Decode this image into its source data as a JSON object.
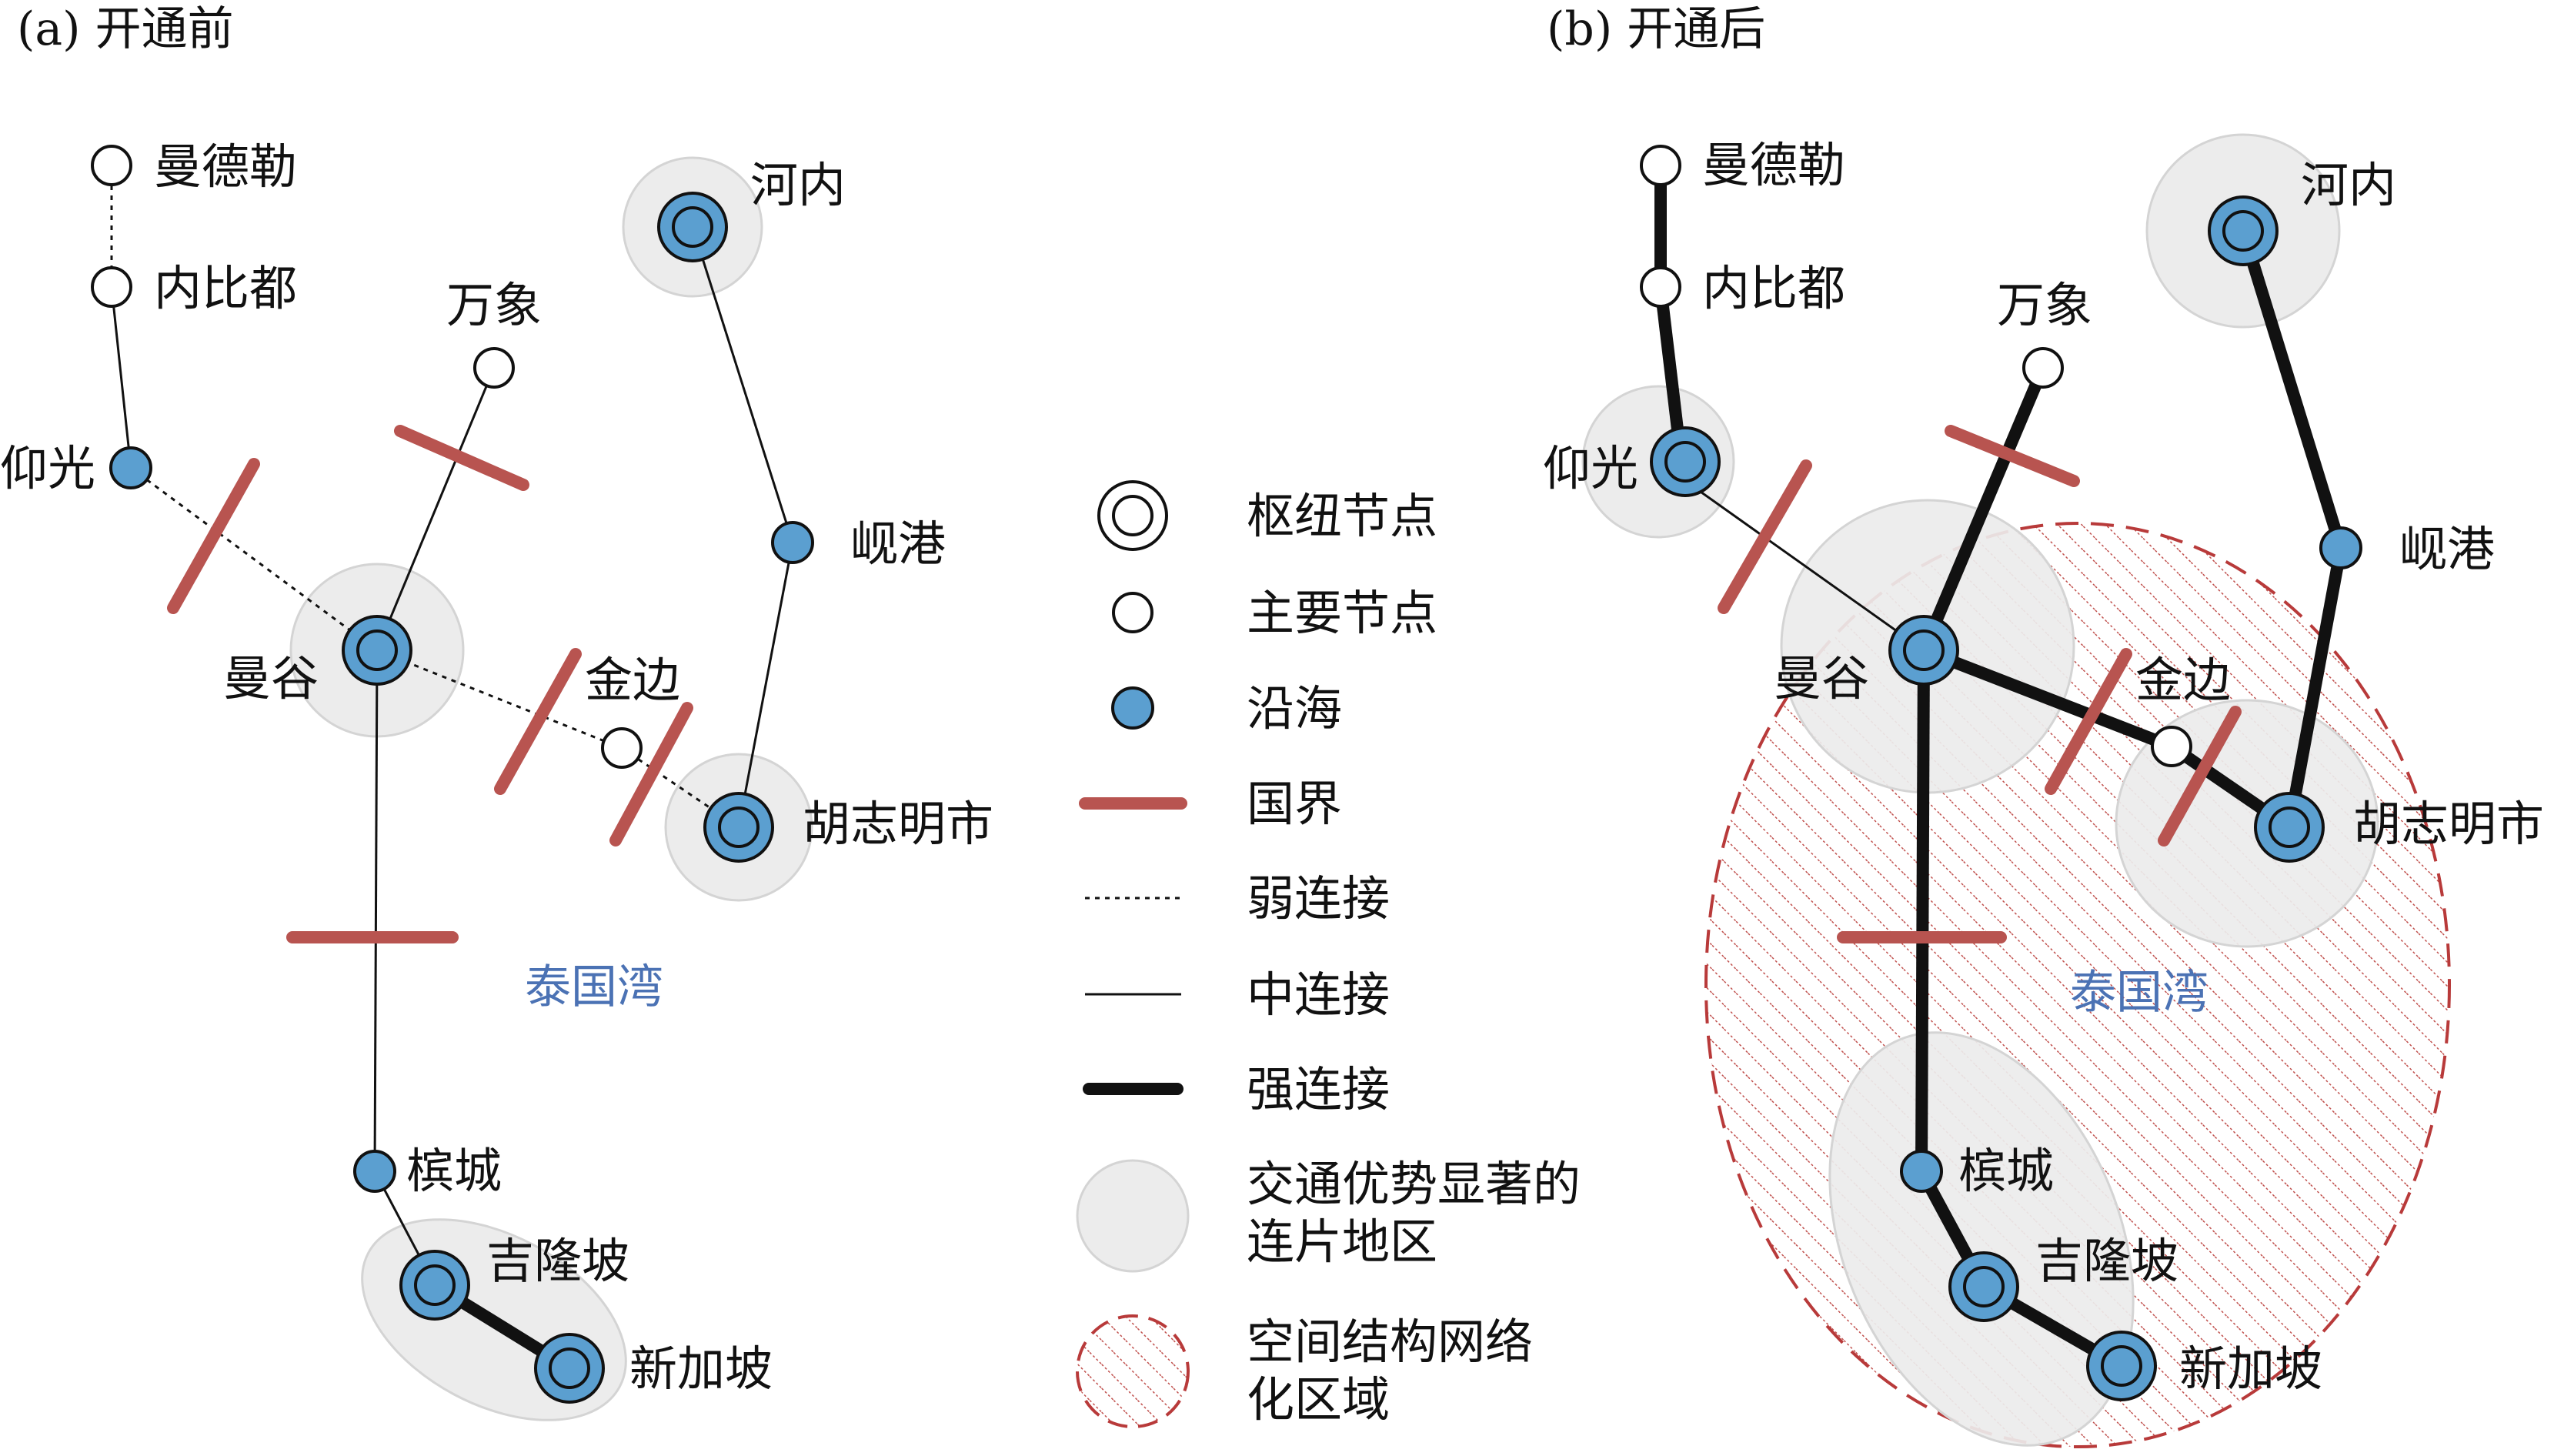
{
  "colors": {
    "coastal_fill": "#5b9fd0",
    "border_red": "#b85450",
    "region_fill": "#ececec",
    "region_stroke": "#d4d4d4",
    "gulf_text": "#4b72b4",
    "line": "#111111",
    "network_dash": "#b83a3a"
  },
  "panels": {
    "before": {
      "title": "(a) 开通前"
    },
    "after": {
      "title": "(b) 开通后"
    }
  },
  "gulf_label": "泰国湾",
  "cities": {
    "mandalay": "曼德勒",
    "naypyidaw": "内比都",
    "yangon": "仰光",
    "vientiane": "万象",
    "hanoi": "河内",
    "danang": "岘港",
    "bangkok": "曼谷",
    "phnompenh": "金边",
    "hcmc": "胡志明市",
    "penang": "槟城",
    "kualalumpur": "吉隆坡",
    "singapore": "新加坡"
  },
  "legend": {
    "hub": "枢纽节点",
    "main": "主要节点",
    "coastal": "沿海",
    "border": "国界",
    "weak": "弱连接",
    "medium": "中连接",
    "strong": "强连接",
    "region_line1": "交通优势显著的",
    "region_line2": "连片地区",
    "network_line1": "空间结构网络",
    "network_line2": "化区域"
  }
}
